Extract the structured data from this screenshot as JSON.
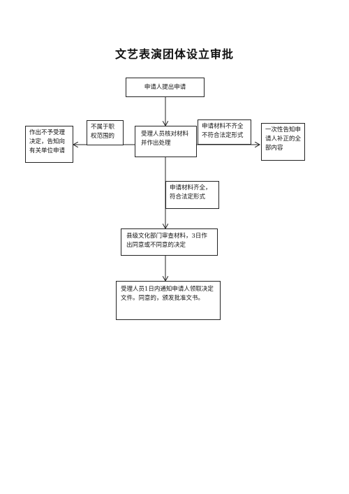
{
  "title": "文艺表演团体设立审批",
  "nodes": {
    "apply": "申请人提出申请",
    "review": "受理人员核对材料并作出处理",
    "out_of_scope": "不属于职权范围的",
    "reject_notice": "作出不予受理决定，告知向有关单位申请",
    "incomplete": "申请材料不齐全不符合法定形式",
    "notify_supplement": "一次性告知申请人补正的全部内容",
    "complete": "申请材料齐全，符合法定形式",
    "county_review": "县级文化部门审查材料，3日作出同意或不同意的决定",
    "final_notice": "受理人员1日内通知申请人领取决定文件。同意的，颁发批准文书。"
  }
}
